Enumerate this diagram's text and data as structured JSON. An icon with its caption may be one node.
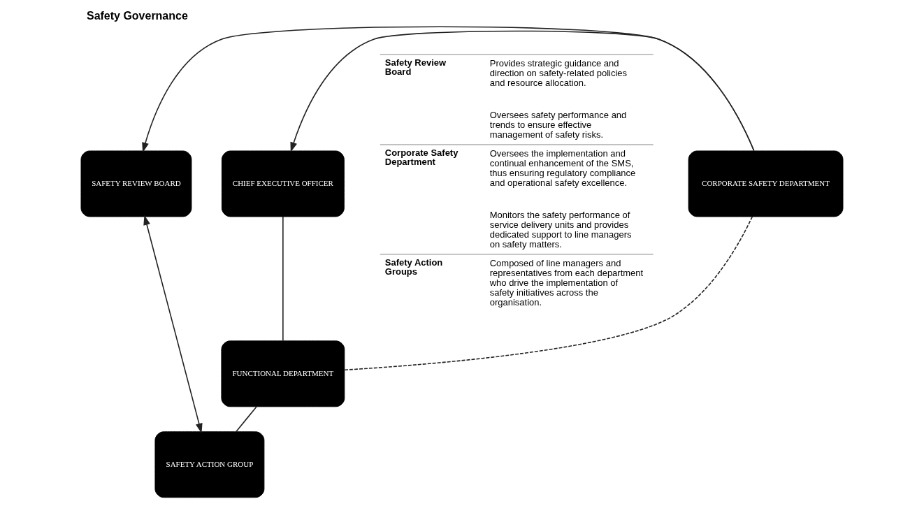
{
  "diagram": {
    "title": "Safety Governance",
    "nodes": [
      {
        "text": [
          "SAFETY REVIEW BOARD"
        ]
      },
      {
        "text": [
          "CHIEF EXECUTIVE OFFICER"
        ]
      },
      {
        "text": [
          "CORPORATE SAFETY DEPARTMENT"
        ]
      },
      {
        "text": [
          "FUNCTIONAL DEPARTMENT"
        ]
      },
      {
        "text": [
          "SAFETY ACTION GROUP"
        ]
      }
    ],
    "edges": [
      {
        "from": 2,
        "to": 0,
        "arrow": "to"
      },
      {
        "from": 2,
        "to": 1,
        "arrow": "to"
      },
      {
        "from": 1,
        "to": 3,
        "arrow": "none"
      },
      {
        "from": 2,
        "to": 3,
        "arrow": "none",
        "style": "dashed"
      },
      {
        "from": 3,
        "to": 4,
        "arrow": "none"
      },
      {
        "from": 4,
        "to": 0,
        "arrow": "both"
      }
    ],
    "labels": [
      "Safety Review Board",
      "Provides strategic guidance and direction on safety-related policies and resource allocation.",
      "Oversees safety performance and trends to ensure effective management of safety risks.",
      "Corporate Safety Department",
      "Oversees the implementation and continual enhancement of the SMS, thus ensuring regulatory compliance and operational safety excellence.",
      "Monitors the safety performance of service delivery units and provides dedicated support to line managers on safety matters.",
      "Safety Action Groups",
      "Composed of line managers and representatives from each department who drive the implementation of safety initiatives across the organisation."
    ]
  }
}
